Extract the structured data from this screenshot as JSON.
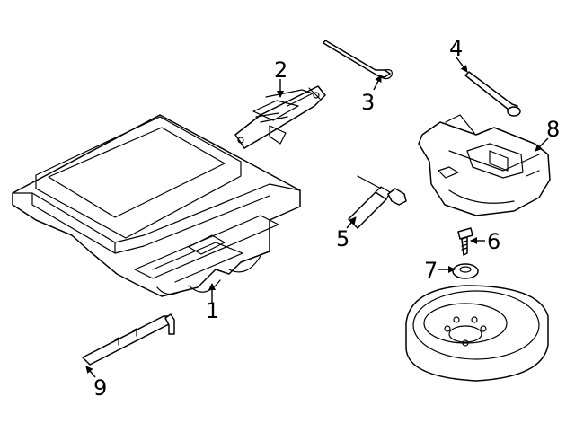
{
  "diagram": {
    "colors": {
      "line": "#000000",
      "background": "#ffffff"
    },
    "callouts": [
      {
        "id": "1",
        "label": "1"
      },
      {
        "id": "2",
        "label": "2"
      },
      {
        "id": "3",
        "label": "3"
      },
      {
        "id": "4",
        "label": "4"
      },
      {
        "id": "5",
        "label": "5"
      },
      {
        "id": "6",
        "label": "6"
      },
      {
        "id": "7",
        "label": "7"
      },
      {
        "id": "8",
        "label": "8"
      },
      {
        "id": "9",
        "label": "9"
      }
    ]
  }
}
